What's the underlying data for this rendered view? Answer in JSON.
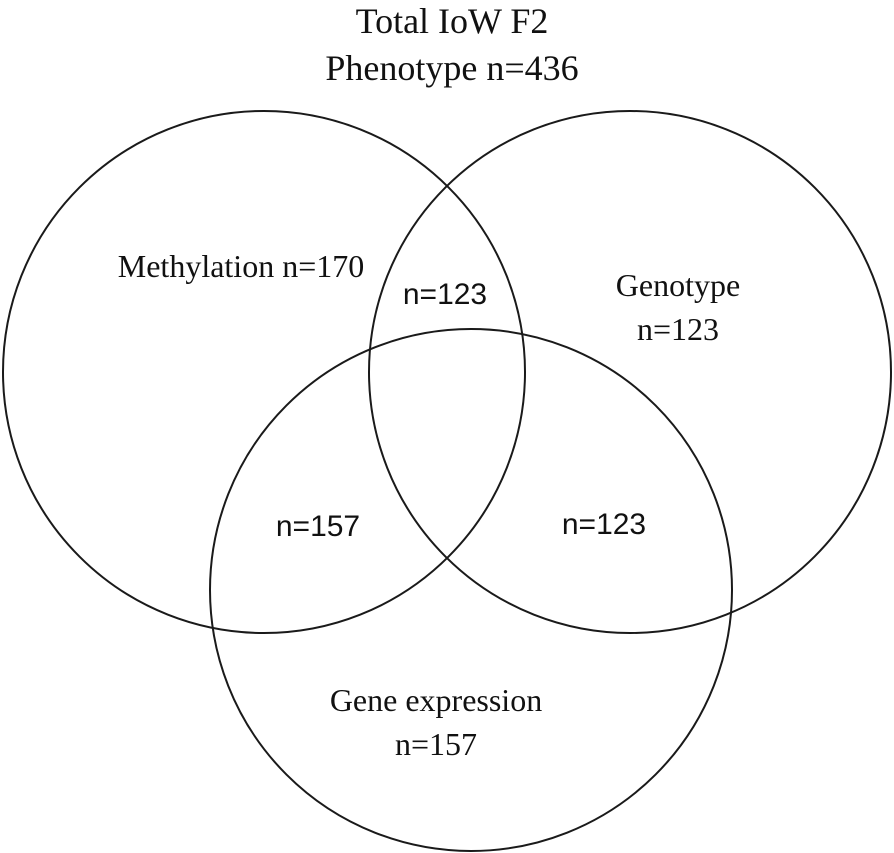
{
  "title": {
    "line1": "Total IoW F2",
    "line2": "Phenotype n=436"
  },
  "sets": {
    "methylation": {
      "label": "Methylation n=170"
    },
    "genotype": {
      "label": "Genotype",
      "count": "n=123"
    },
    "gene_expression": {
      "label": "Gene expression",
      "count": "n=157"
    }
  },
  "regions": {
    "methylation_genotype": "n=123",
    "methylation_expression": "n=157",
    "genotype_expression": "n=123"
  },
  "colors": {
    "stroke": "#1a1a1a",
    "text": "#111111",
    "background": "#ffffff"
  }
}
